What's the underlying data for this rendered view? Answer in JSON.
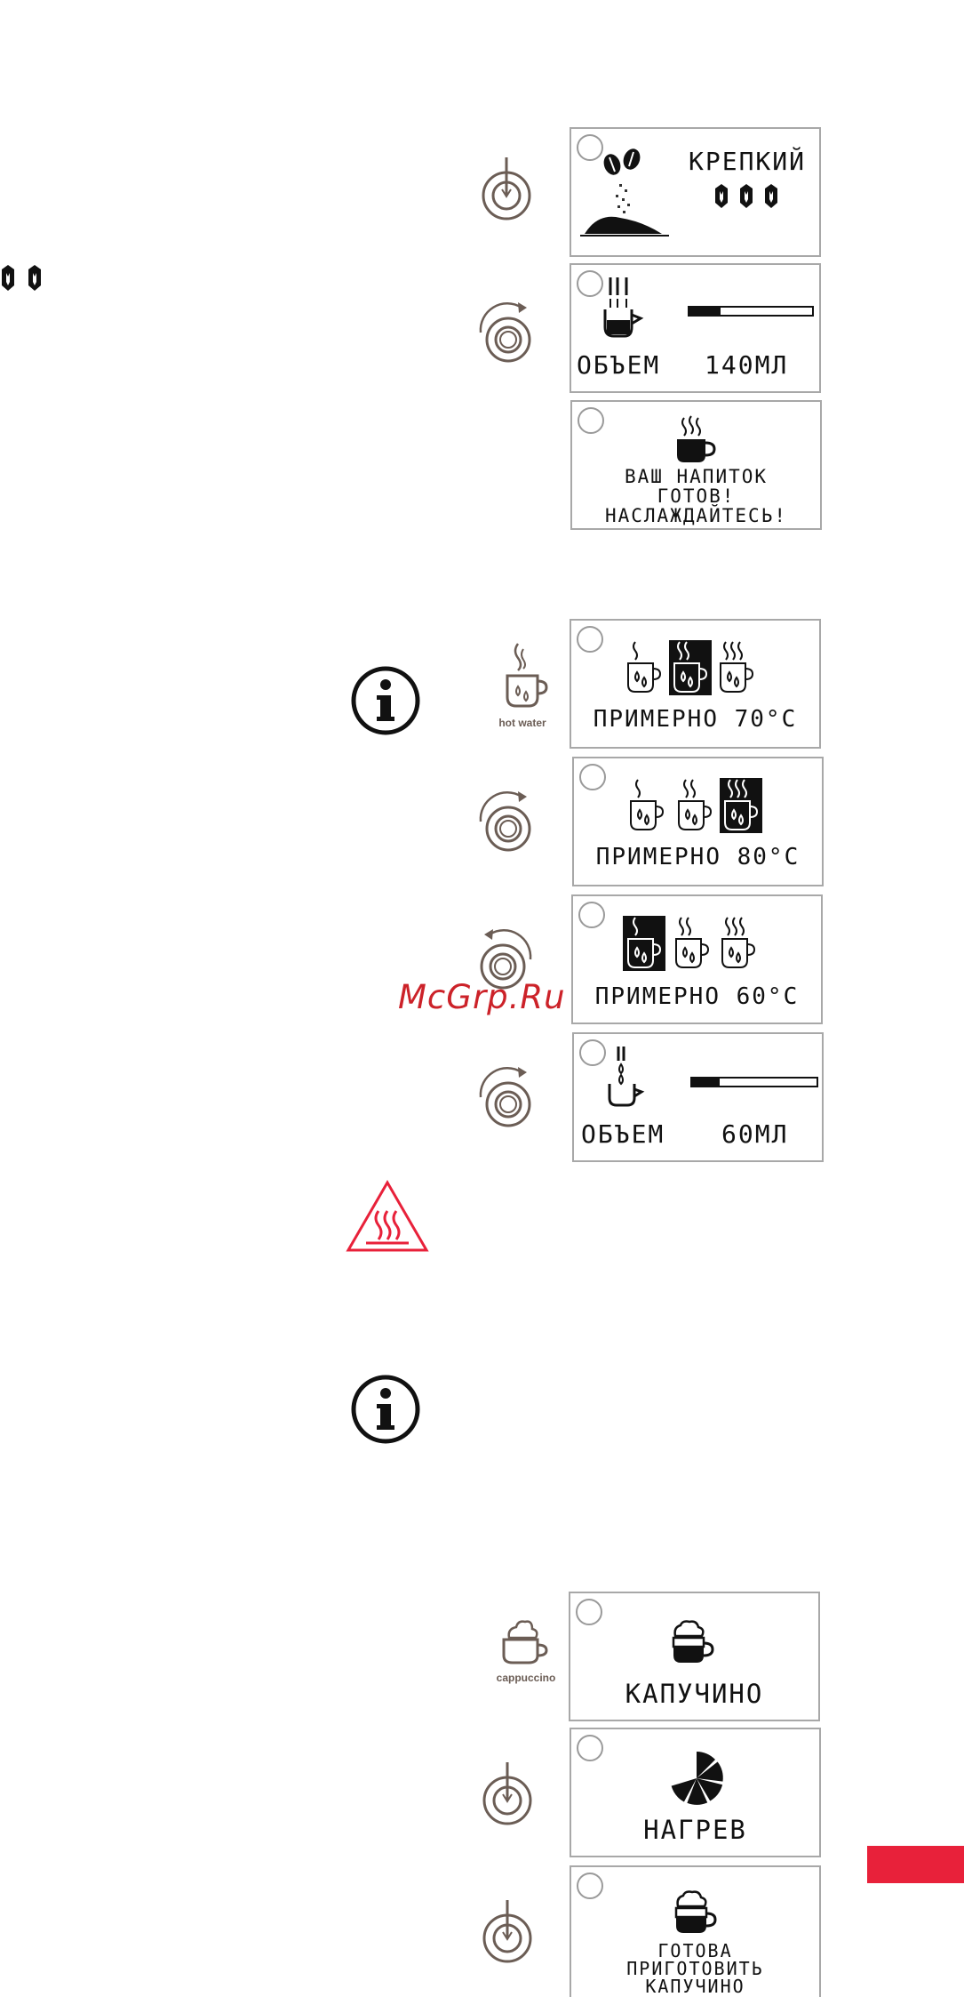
{
  "screens": {
    "strong": {
      "title": "КРЕПКИЙ"
    },
    "volume1": {
      "label": "ОБЪЕМ",
      "value": "140МЛ",
      "level": 0.25
    },
    "ready": {
      "line1": "ВАШ НАПИТОК",
      "line2": "ГОТОВ!",
      "line3": "НАСЛАЖДАЙТЕСЬ!"
    },
    "temp70": {
      "text": "ПРИМЕРНО  70°C"
    },
    "temp80": {
      "text": "ПРИМЕРНО 80°C"
    },
    "temp60": {
      "text": "ПРИМЕРНО 60°C"
    },
    "volume2": {
      "label": "ОБЪЕМ",
      "value": "60МЛ",
      "level": 0.22
    },
    "cappuccino": {
      "title": "КАПУЧИНО"
    },
    "heating": {
      "title": "НАГРЕВ"
    },
    "cap_ready": {
      "line1": "ГОТОВА",
      "line2": "ПРИГОТОВИТЬ",
      "line3": "КАПУЧИНО"
    }
  },
  "labels": {
    "hot_water": "hot water",
    "cappuccino": "cappuccino"
  },
  "watermark": "McGrp.Ru",
  "colors": {
    "accent": "#e8213a",
    "icon": "#6b5d55",
    "watermark": "#cc2229"
  }
}
